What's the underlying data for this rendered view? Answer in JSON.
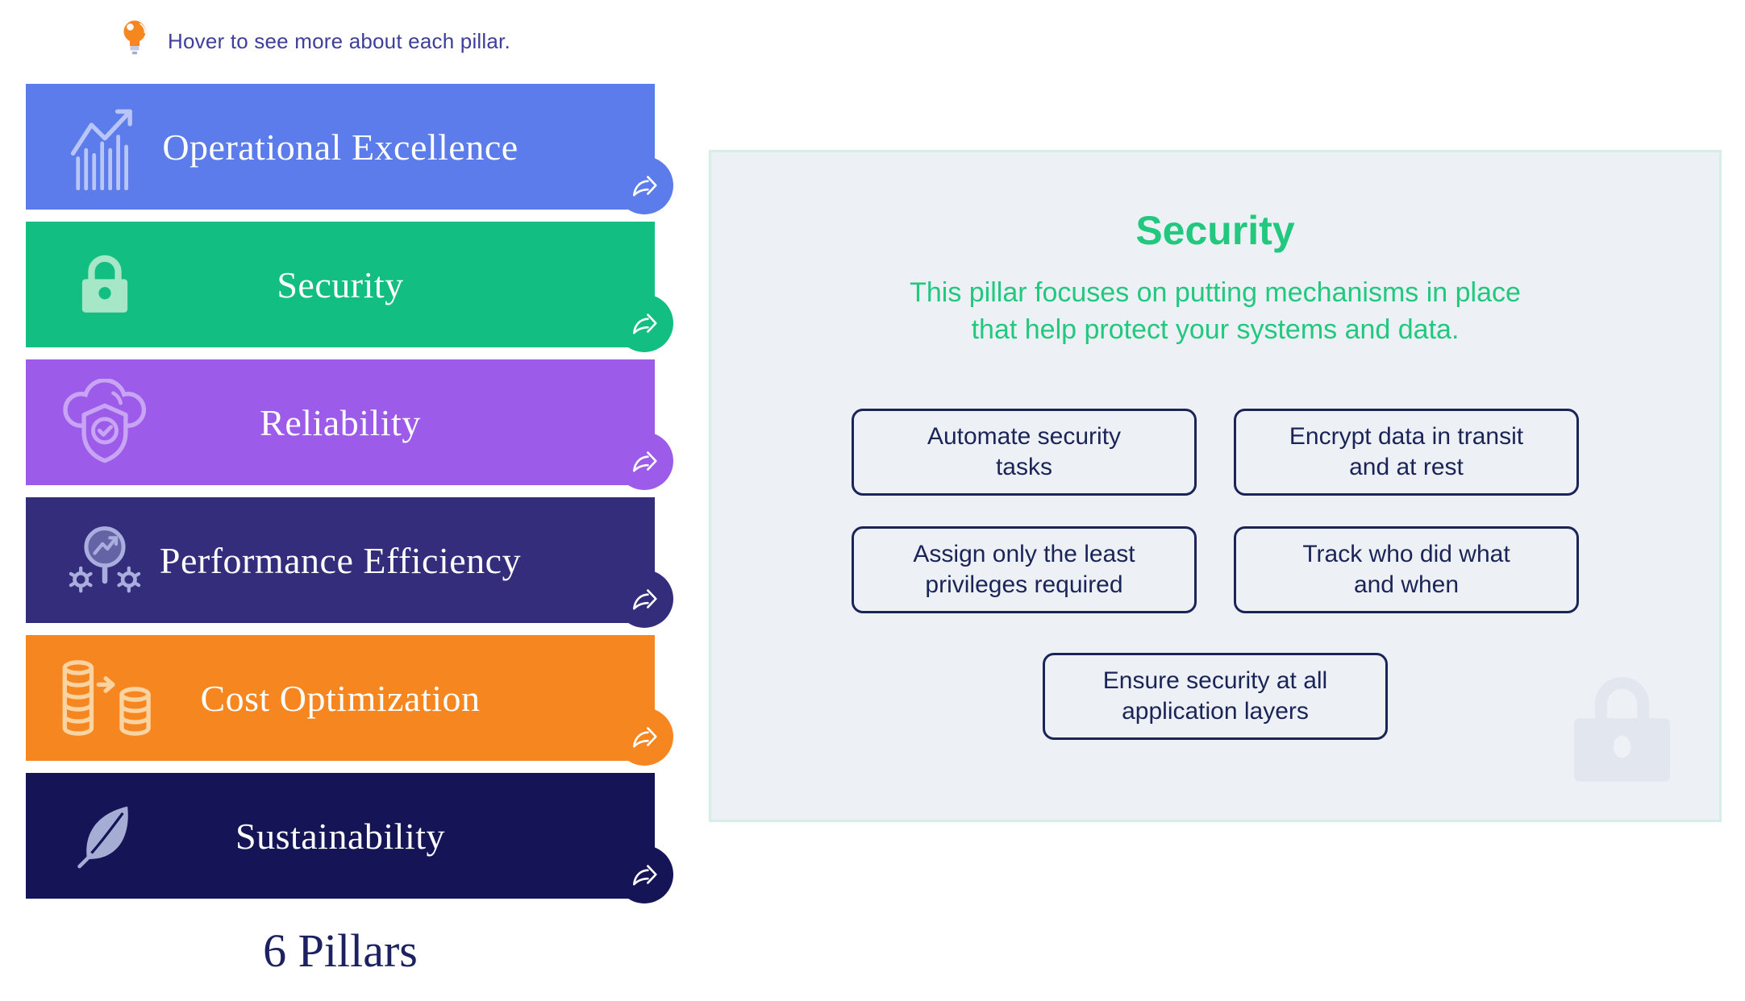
{
  "tip": {
    "text": "Hover to see more about each pillar."
  },
  "pillars": {
    "items": [
      {
        "label": "Operational Excellence",
        "color": "#5b7cea",
        "icon": "trend-chart",
        "icon_tint": "#b7c6f7"
      },
      {
        "label": "Security",
        "color": "#12be82",
        "icon": "padlock",
        "icon_tint": "#a6e7c8"
      },
      {
        "label": "Reliability",
        "color": "#9c5be9",
        "icon": "cloud-shield-check",
        "icon_tint": "#c9a4f4"
      },
      {
        "label": "Performance Efficiency",
        "color": "#332d7c",
        "icon": "magnifier-gears",
        "icon_tint": "#a9aede"
      },
      {
        "label": "Cost Optimization",
        "color": "#f6861f",
        "icon": "coin-stacks-arrow",
        "icon_tint": "#fbd3a1"
      },
      {
        "label": "Sustainability",
        "color": "#141457",
        "icon": "leaf",
        "icon_tint": "#a6add4"
      }
    ]
  },
  "panel": {
    "title": "Security",
    "description": "This pillar focuses on putting mechanisms in place\nthat help protect your systems and data.",
    "boxes": [
      "Automate security\ntasks",
      "Encrypt data in transit\nand at rest",
      "Assign only the least\nprivileges required",
      "Track who did what\nand when",
      "Ensure security at all\napplication layers"
    ],
    "background": "#edf1f6",
    "border_color": "#d6eee3",
    "title_color": "#21c87e",
    "box_color": "#1b2456",
    "watermark_color": "#e2e6ee"
  },
  "footer": {
    "caption": "6 Pillars"
  },
  "colors": {
    "tip_text": "#3e3e9c",
    "bulb_orange": "#f6871f",
    "bar_label": "#ffffff",
    "caption": "#1b2161"
  }
}
